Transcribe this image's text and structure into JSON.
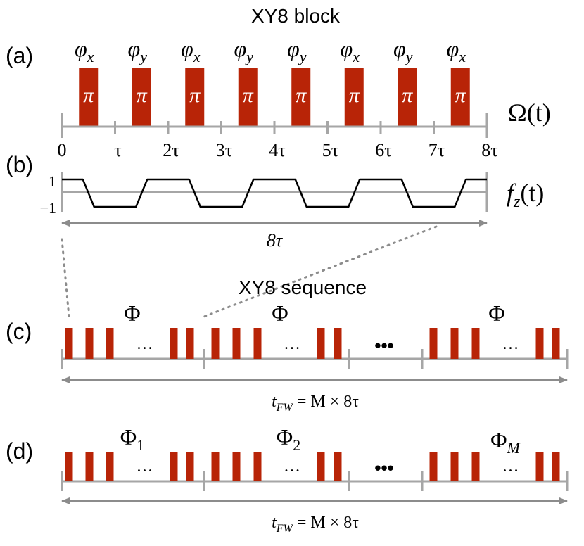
{
  "colors": {
    "pulse": "#b82407",
    "axis": "#a6a6a6",
    "arrow": "#8c8c8c",
    "ink": "#000000",
    "pulse_text": "#ffffff"
  },
  "block": {
    "title": "XY8 block",
    "panel_a_label": "(a)",
    "panel_b_label": "(b)",
    "pulses": [
      {
        "phase_base": "φ",
        "phase_sub": "x",
        "label": "π"
      },
      {
        "phase_base": "φ",
        "phase_sub": "y",
        "label": "π"
      },
      {
        "phase_base": "φ",
        "phase_sub": "x",
        "label": "π"
      },
      {
        "phase_base": "φ",
        "phase_sub": "y",
        "label": "π"
      },
      {
        "phase_base": "φ",
        "phase_sub": "y",
        "label": "π"
      },
      {
        "phase_base": "φ",
        "phase_sub": "x",
        "label": "π"
      },
      {
        "phase_base": "φ",
        "phase_sub": "y",
        "label": "π"
      },
      {
        "phase_base": "φ",
        "phase_sub": "x",
        "label": "π"
      }
    ],
    "omega_label": "Ω(t)",
    "tick_labels": [
      "0",
      "τ",
      "2τ",
      "3τ",
      "4τ",
      "5τ",
      "6τ",
      "7τ",
      "8τ"
    ],
    "fz_label_base": "f",
    "fz_label_sub": "z",
    "fz_label_arg": "(t)",
    "fz_levels": [
      "1",
      "−1"
    ],
    "duration_label": "8τ"
  },
  "sequence": {
    "title": "XY8 sequence",
    "panel_c_label": "(c)",
    "panel_d_label": "(d)",
    "block_label": "Φ",
    "block_labels_d": [
      {
        "base": "Φ",
        "sub": "1"
      },
      {
        "base": "Φ",
        "sub": "2"
      },
      {
        "base": "Φ",
        "sub": "M"
      }
    ],
    "inner_ellipsis": "…",
    "gap_ellipsis": "•••",
    "total_time_label": "t_FW = M × 8τ",
    "total_time_base": "t",
    "total_time_sub": "FW",
    "total_time_rest": " = M × 8τ"
  }
}
